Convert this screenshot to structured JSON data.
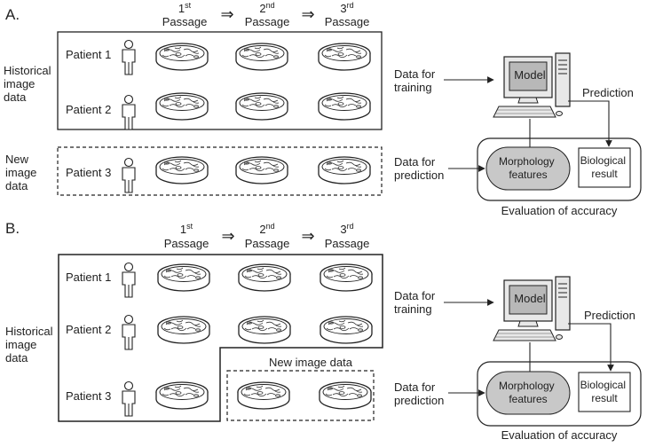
{
  "panel_a": {
    "label": "A.",
    "passages": [
      {
        "num": "1",
        "sup": "st",
        "word": "Passage"
      },
      {
        "num": "2",
        "sup": "nd",
        "word": "Passage"
      },
      {
        "num": "3",
        "sup": "rd",
        "word": "Passage"
      }
    ],
    "arrow_glyph": "⇒",
    "group_labels": {
      "historical": [
        "Historical",
        "image",
        "data"
      ],
      "new": [
        "New",
        "image",
        "data"
      ]
    },
    "patients": [
      "Patient 1",
      "Patient 2",
      "Patient 3"
    ],
    "data_training": [
      "Data for",
      "training"
    ],
    "data_prediction": [
      "Data for",
      "prediction"
    ],
    "model_label": "Model",
    "prediction_label": "Prediction",
    "morphology": [
      "Morphology",
      "features"
    ],
    "biological": [
      "Biological",
      "result"
    ],
    "evaluation": "Evaluation of accuracy"
  },
  "panel_b": {
    "label": "B.",
    "passages": [
      {
        "num": "1",
        "sup": "st",
        "word": "Passage"
      },
      {
        "num": "2",
        "sup": "nd",
        "word": "Passage"
      },
      {
        "num": "3",
        "sup": "rd",
        "word": "Passage"
      }
    ],
    "arrow_glyph": "⇒",
    "group_labels": {
      "historical": [
        "Historical",
        "image",
        "data"
      ]
    },
    "new_image_data": "New image data",
    "patients": [
      "Patient 1",
      "Patient 2",
      "Patient 3"
    ],
    "data_training": [
      "Data for",
      "training"
    ],
    "data_prediction": [
      "Data for",
      "prediction"
    ],
    "model_label": "Model",
    "prediction_label": "Prediction",
    "morphology": [
      "Morphology",
      "features"
    ],
    "biological": [
      "Biological",
      "result"
    ],
    "evaluation": "Evaluation of accuracy"
  },
  "colors": {
    "line": "#222222",
    "morphology_fill": "#c8c8c8",
    "screen_fill": "#b8b8b8",
    "monitor_fill": "#e8e8e8"
  }
}
